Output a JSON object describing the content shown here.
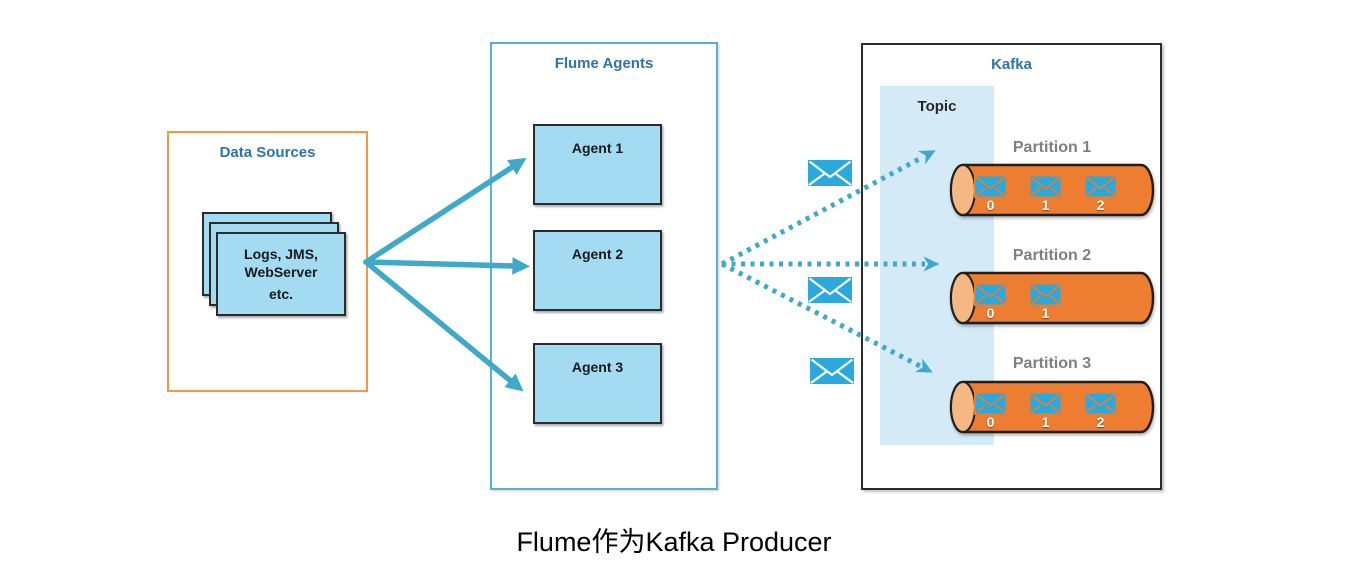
{
  "caption": "Flume作为Kafka Producer",
  "colors": {
    "teal": "#3EA9C9",
    "teal-border": "#54B4CF",
    "orange-border": "#F79646",
    "box-blue": "#A3DCF2",
    "title-blue": "#2E74A8",
    "topic-bg": "#D4EBF7",
    "cylinder-orange": "#ED7D31",
    "cylinder-cap": "#F5B883",
    "envelope-blue": "#29A9DD",
    "partition-gray": "#7F7F7F"
  },
  "data_sources": {
    "title": "Data Sources",
    "stack_lines": [
      "Logs, JMS,",
      "WebServer",
      "etc."
    ]
  },
  "flume": {
    "title": "Flume Agents",
    "agents": [
      "Agent 1",
      "Agent 2",
      "Agent 3"
    ]
  },
  "kafka": {
    "title": "Kafka",
    "topic_label": "Topic",
    "partitions": [
      {
        "label": "Partition 1",
        "messages": [
          "0",
          "1",
          "2"
        ]
      },
      {
        "label": "Partition 2",
        "messages": [
          "0",
          "1"
        ]
      },
      {
        "label": "Partition 3",
        "messages": [
          "0",
          "1",
          "2"
        ]
      }
    ]
  },
  "icons": {
    "message": "envelope-icon",
    "flow": "arrow-icon"
  }
}
